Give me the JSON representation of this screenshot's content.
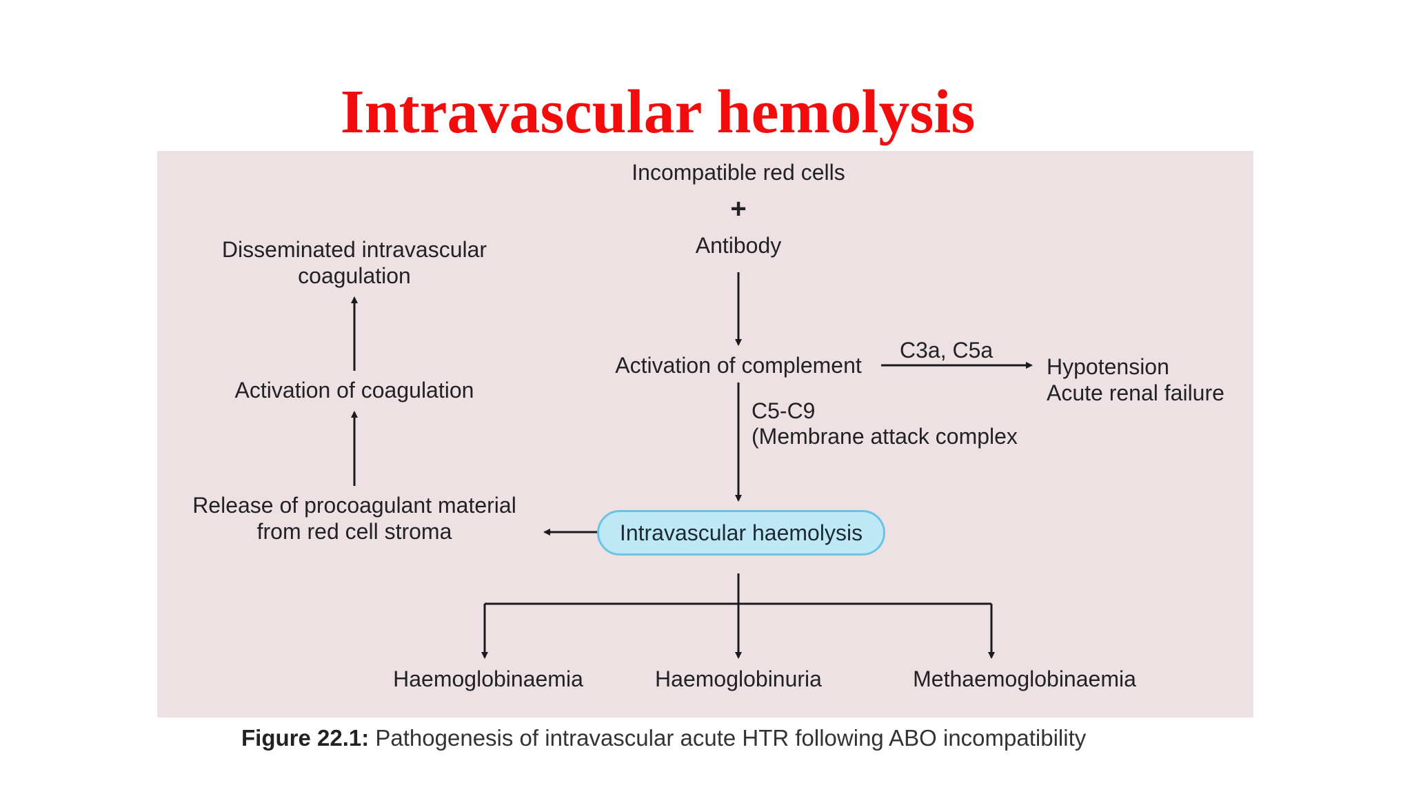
{
  "title": "Intravascular hemolysis",
  "diagram": {
    "incompatible": "Incompatible red cells",
    "plus": "+",
    "antibody": "Antibody",
    "dic_line1": "Disseminated intravascular",
    "dic_line2": "coagulation",
    "activation_coagulation": "Activation of coagulation",
    "activation_complement": "Activation of complement",
    "c3a_c5a": "C3a, C5a",
    "hypotension": "Hypotension",
    "renal_failure": "Acute renal failure",
    "c5_c9": "C5-C9",
    "mac": "(Membrane attack complex",
    "release_line1": "Release of procoagulant material",
    "release_line2": "from red cell stroma",
    "haemolysis": "Intravascular haemolysis",
    "haemoglobinaemia": "Haemoglobinaemia",
    "haemoglobinuria": "Haemoglobinuria",
    "methaemoglobinaemia": "Methaemoglobinaemia"
  },
  "caption": {
    "label": "Figure 22.1:",
    "text": " Pathogenesis of intravascular acute HTR following ABO incompatibility"
  },
  "colors": {
    "title": "#f20c0c",
    "panel": "#ede1e3",
    "pill_fill": "#bfe8f6",
    "pill_border": "#6ac2e5"
  }
}
